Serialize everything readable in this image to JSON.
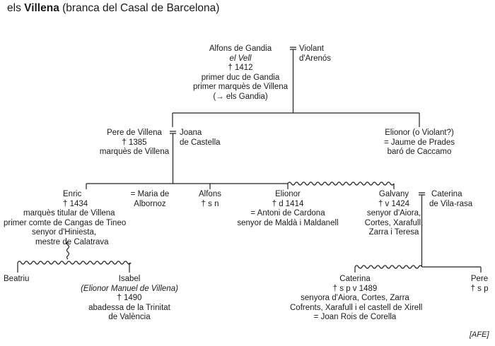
{
  "title": {
    "prefix": "els",
    "name": "Villena",
    "suffix": "(branca del Casal de Barcelona)"
  },
  "people": {
    "alfons": [
      "Alfons de Gandia",
      "el Vell",
      "† 1412",
      "primer duc de Gandia",
      "primer marquès de Villena",
      "(→ els Gandia)"
    ],
    "violant_arenos": [
      "Violant",
      "d'Arenós"
    ],
    "pere_villena": [
      "Pere de Villena",
      "† 1385",
      "marquès de Villena"
    ],
    "joana": [
      "Joana",
      "de Castella"
    ],
    "elionor_violant": [
      "Elionor (o Violant?)",
      "= Jaume de Prades",
      "baró de Caccamo"
    ],
    "enric": [
      "Enric",
      "† 1434",
      "marquès titular de Villena",
      "primer comte de Cangas de Tineo",
      "senyor d'Hiniesta,",
      "mestre de Calatrava"
    ],
    "maria": [
      "= Maria de",
      "Albornoz"
    ],
    "alfons_child": [
      "Alfons",
      "† s n"
    ],
    "elionor": [
      "Elionor",
      "† d 1414",
      "= Antoni de Cardona",
      "senyor de Maldà i Maldanell"
    ],
    "galvany": [
      "Galvany",
      "† v 1424",
      "senyor d'Aiora,",
      "Cortes, Xarafull,",
      "Zarra i Teresa"
    ],
    "caterina_vila": [
      "Caterina",
      "de Vila-rasa"
    ],
    "beatriu": [
      "Beatriu"
    ],
    "isabel": [
      "Isabel",
      "(Elionor Manuel de Villena)",
      "† 1490",
      "abadessa de la Trinitat",
      "de València"
    ],
    "caterina": [
      "Caterina",
      "† s p v 1489",
      "senyora d'Aiora, Cortes, Zarra",
      "Cofrents, Xarafull i el castell de Xirell",
      "= Joan Rois de Corella"
    ],
    "pere": [
      "Pere",
      "† s p"
    ]
  },
  "source": "[AFE]"
}
